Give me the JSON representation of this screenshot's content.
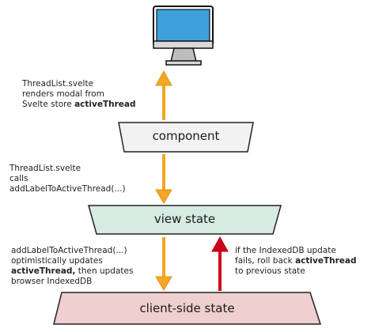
{
  "nodes": {
    "component": "component",
    "view_state": "view state",
    "client_state": "client-side state"
  },
  "annotations": {
    "top": {
      "line1": "ThreadList.svelte",
      "line2": "renders modal from",
      "line3_prefix": "Svelte store ",
      "line3_bold": "activeThread"
    },
    "middle": {
      "line1": "ThreadList.svelte",
      "line2": "calls",
      "line3": "addLabelToActiveThread(...)"
    },
    "bottom_left": {
      "line1": "addLabelToActiveThread(...)",
      "line2": "optimistically updates",
      "line3_bold": "activeThread,",
      "line3_suffix": " then updates",
      "line4": "browser IndexedDB"
    },
    "bottom_right": {
      "line1": "if the IndexedDB update",
      "line2_prefix": "fails, roll back ",
      "line2_bold": "activeThread",
      "line3": "to previous state"
    }
  },
  "colors": {
    "component_fill": "#f2f2f2",
    "view_state_fill": "#d6ebe2",
    "client_state_fill": "#efcfcf",
    "arrow_orange": "#f5a623",
    "arrow_red": "#d0021b",
    "monitor_screen": "#3ea0dc"
  }
}
